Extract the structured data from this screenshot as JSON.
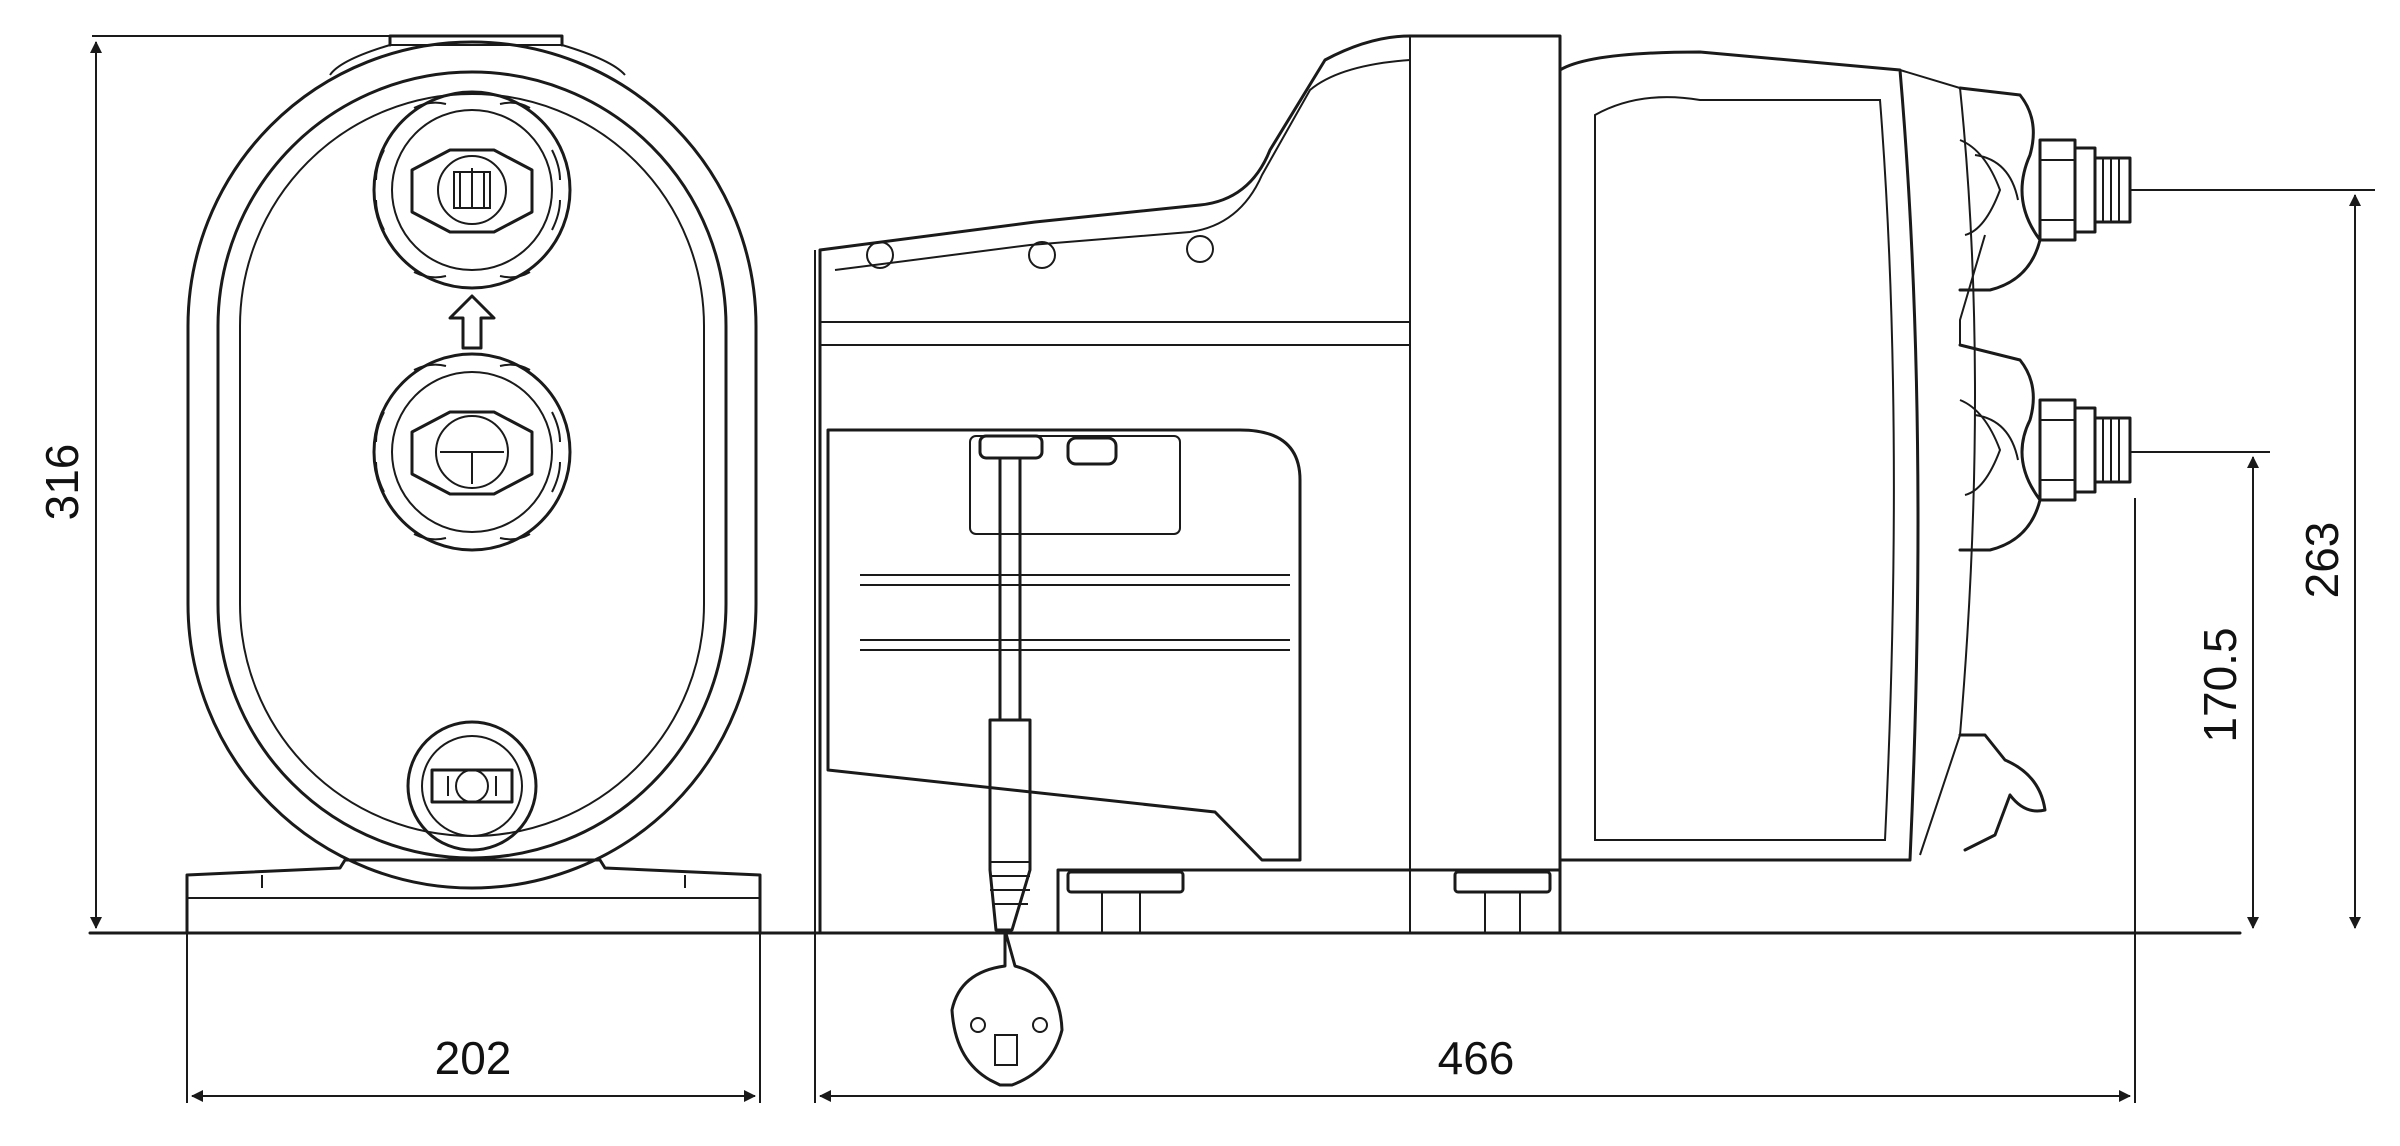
{
  "dimensions": {
    "height_total": "316",
    "width_front": "202",
    "length_side": "466",
    "outlet_height": "263",
    "inlet_height": "170.5"
  },
  "colors": {
    "line": "#1a1a1a",
    "background": "#ffffff"
  }
}
